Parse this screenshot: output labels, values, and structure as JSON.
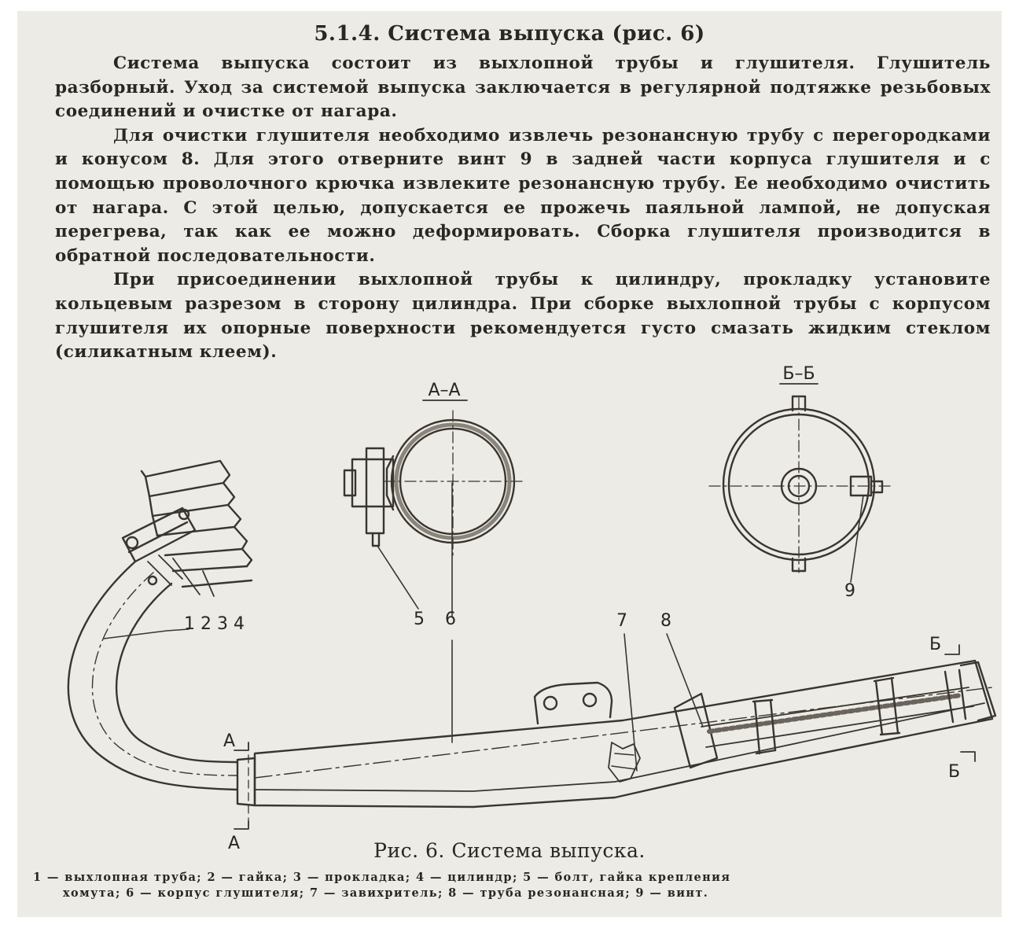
{
  "section": {
    "heading": "5.1.4. Система выпуска (рис. 6)",
    "paragraphs": [
      "Система выпуска состоит из выхлопной трубы и глушителя. Глушитель разборный. Уход за системой выпуска заключается в регулярной подтяжке резьбовых соединений и очистке от нагара.",
      "Для очистки глушителя необходимо извлечь резонансную трубу с перегородками и конусом 8. Для этого отверните винт 9 в задней части корпуса глушителя и с помощью проволочного крючка извлеките резонансную трубу. Ее необходимо очистить от нагара. С этой целью, допускается ее прожечь паяльной лампой, не допуская перегрева, так как ее можно деформировать. Сборка глушителя производится в обратной последовательности.",
      "При присоединении выхлопной трубы к цилиндру, прокладку установите кольцевым разрезом в сторону цилиндра. При сборке выхлопной трубы с корпусом глушителя их опорные поверхности рекомендуется густо смазать жидким стеклом (силикатным клеем)."
    ]
  },
  "figure": {
    "section_labels": {
      "aa": "А–А",
      "bb": "Б–Б"
    },
    "cut_marks": {
      "a_top": "А",
      "a_bottom": "А",
      "b_top": "Б",
      "b_bottom": "Б"
    },
    "callouts": {
      "n1234": "1 2 3 4",
      "n5": "5",
      "n6": "6",
      "n7": "7",
      "n8": "8",
      "n9": "9"
    },
    "caption": "Рис. 6. Система выпуска.",
    "legend_line1": "1 — выхлопная труба; 2 — гайка; 3 — прокладка; 4 — цилиндр; 5 — болт, гайка крепления",
    "legend_line2": "хомута; 6 — корпус глушителя; 7 — завихритель; 8 — труба резонансная; 9 — винт."
  }
}
